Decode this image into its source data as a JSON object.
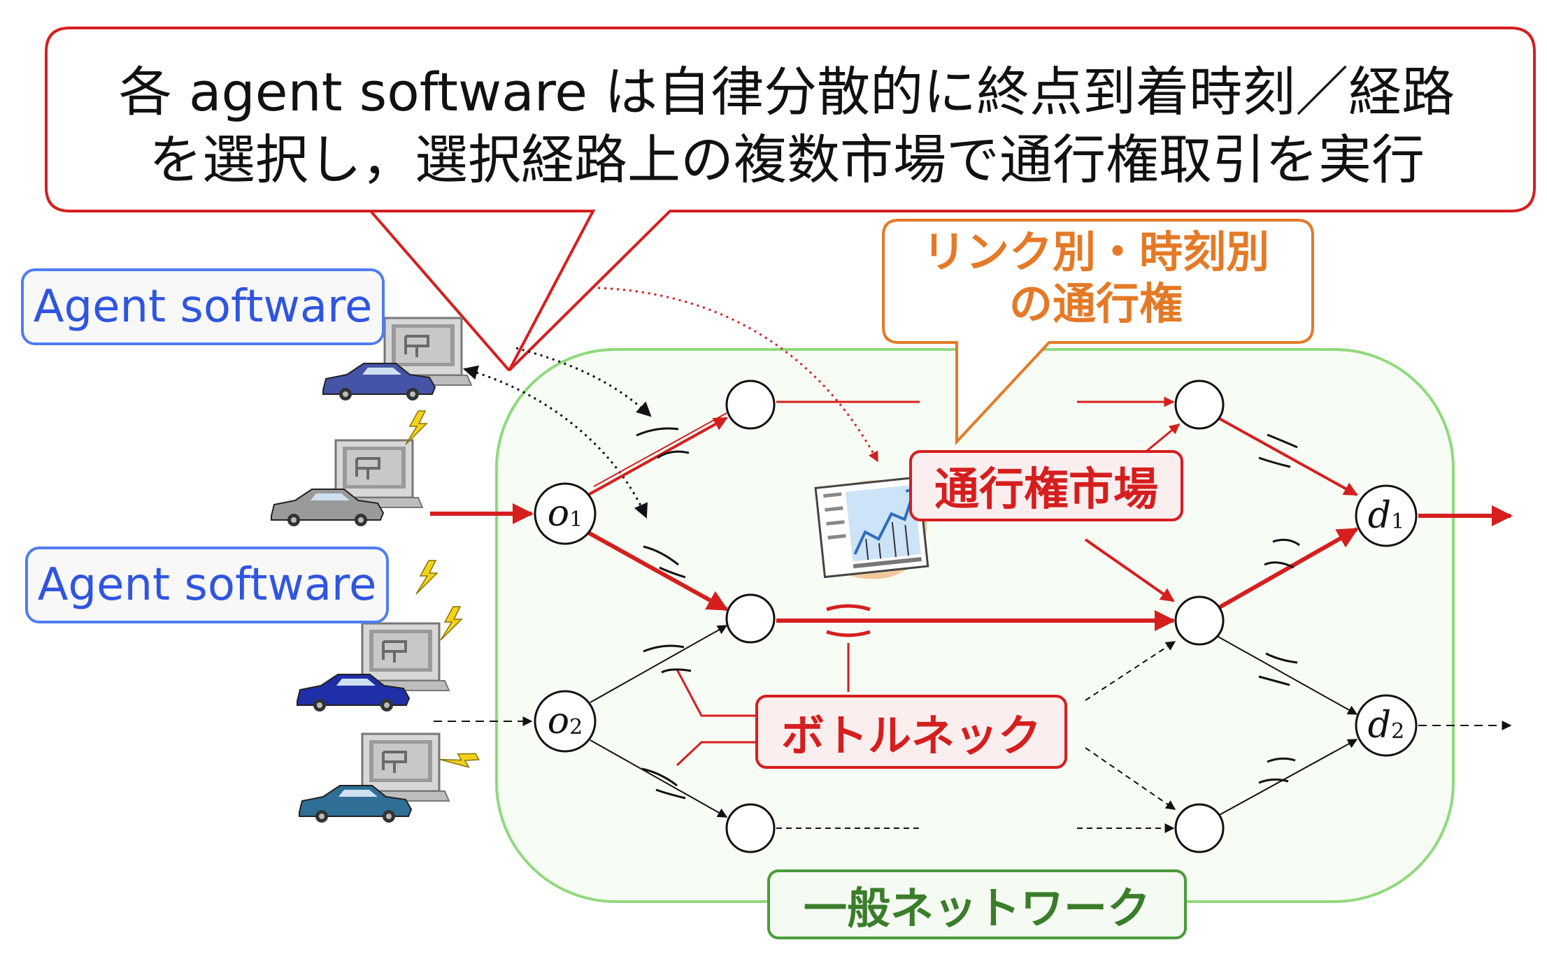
{
  "callout_top": {
    "line1": "各 agent software は自律分散的に終点到着時刻／経路",
    "line2": "を選択し，選択経路上の複数市場で通行権取引を実行"
  },
  "agent_label_1": "Agent software",
  "agent_label_2": "Agent software",
  "rights_callout": {
    "line1": "リンク別・時刻別",
    "line2": "の通行権"
  },
  "market_label": "通行権市場",
  "bottleneck_label": "ボトルネック",
  "network_label": "一般ネットワーク",
  "nodes": {
    "o1": {
      "letter": "o",
      "sub": "1"
    },
    "o2": {
      "letter": "o",
      "sub": "2"
    },
    "d1": {
      "letter": "d",
      "sub": "1"
    },
    "d2": {
      "letter": "d",
      "sub": "2"
    }
  },
  "colors": {
    "callout_border": "#d61e1e",
    "agent_border": "#4f7df0",
    "agent_text": "#2f55e0",
    "rights_border": "#e47a27",
    "market_red": "#d61e1e",
    "network_green": "#8fd97d",
    "network_label_green": "#3a7d2a",
    "bolt_yellow": "#f3d21a"
  },
  "icons": {
    "computer": "computer-icon",
    "car": "car-icon",
    "lightning": "lightning-icon",
    "chart": "chart-icon"
  }
}
